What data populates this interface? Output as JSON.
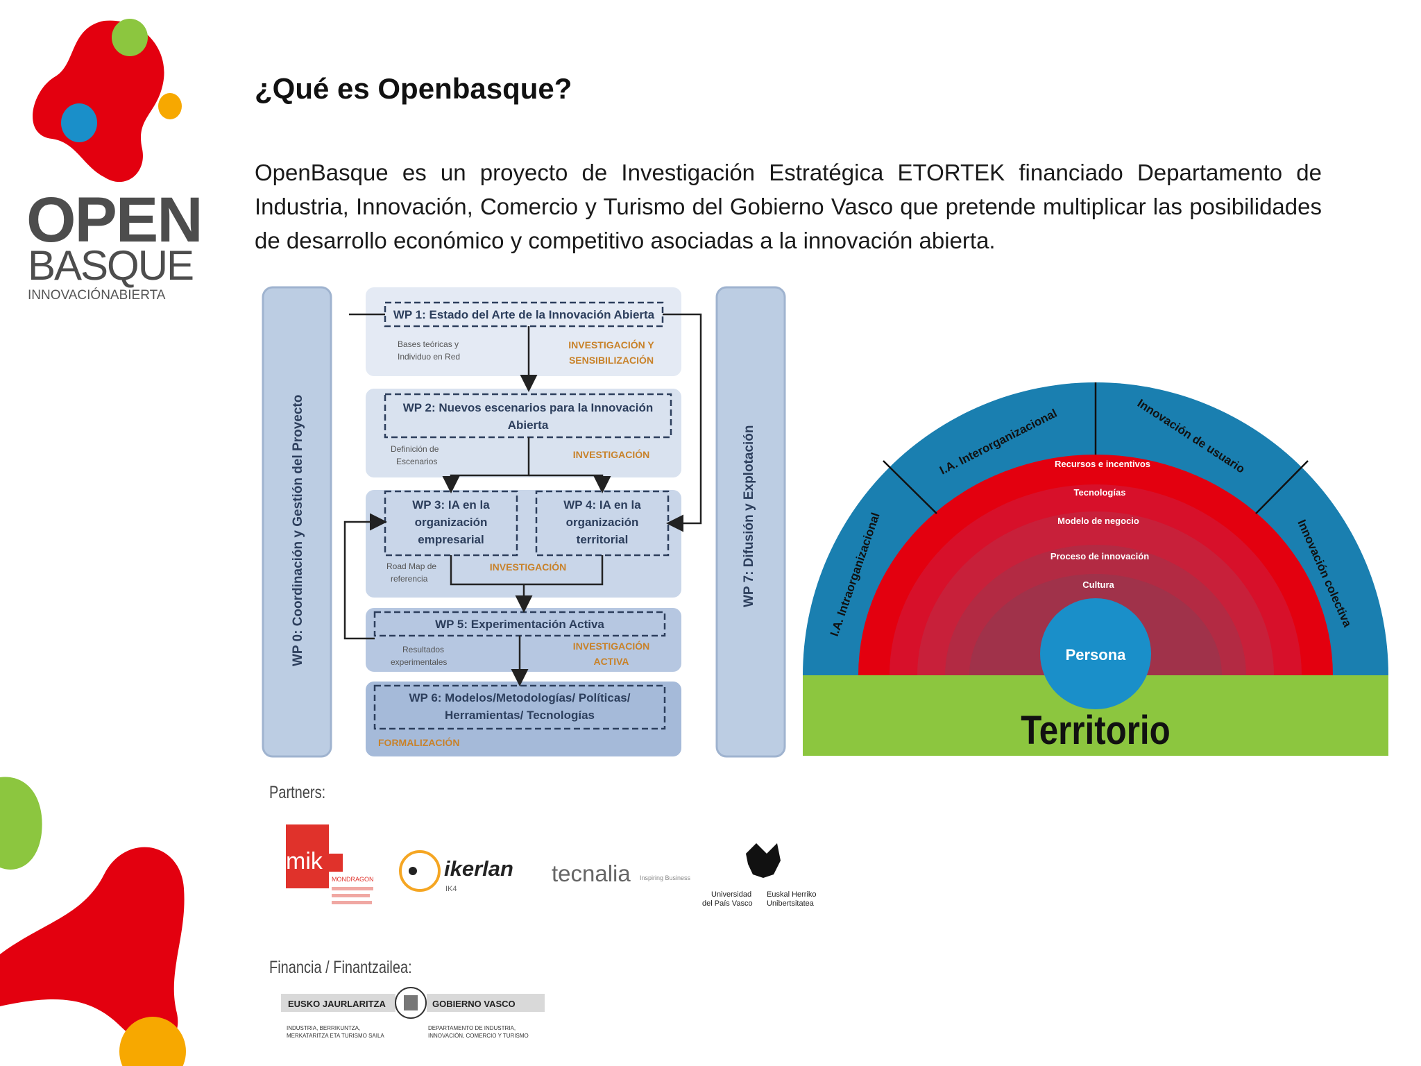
{
  "brand": {
    "logo_line1": "OPEN",
    "logo_line2": "BASQUE",
    "logo_tagline": "INNOVACIÓNABIERTA",
    "colors": {
      "red": "#e3000f",
      "green": "#8cc63f",
      "blue": "#1a8fc9",
      "orange": "#f7a800",
      "blue_circle": "#1b8dbf"
    }
  },
  "slide": {
    "title": "¿Qué es Openbasque?",
    "intro": "OpenBasque es un proyecto de Investigación Estratégica ETORTEK financiado Departamento de Industria, Innovación, Comercio y Turismo del Gobierno Vasco que pretende multiplicar las posibilidades de desarrollo económico y competitivo asociadas a la innovación abierta."
  },
  "workflow": {
    "wp0": "WP 0: Coordinación y Gestión del Proyecto",
    "wp7": "WP 7: Difusión y Explotación",
    "wp1": "WP 1: Estado del Arte de la Innovación Abierta",
    "wp1_note_1": "Bases teóricas y",
    "wp1_note_2": "Individuo en Red",
    "wp1_tag_1": "INVESTIGACIÓN Y",
    "wp1_tag_2": "SENSIBILIZACIÓN",
    "wp2_1": "WP 2: Nuevos escenarios para la Innovación",
    "wp2_2": "Abierta",
    "wp2_note_1": "Definición de",
    "wp2_note_2": "Escenarios",
    "wp2_tag": "INVESTIGACIÓN",
    "wp3_1": "WP 3: IA en la",
    "wp3_2": "organización",
    "wp3_3": "empresarial",
    "wp4_1": "WP 4: IA en la",
    "wp4_2": "organización",
    "wp4_3": "territorial",
    "wp34_note_1": "Road Map de",
    "wp34_note_2": "referencia",
    "wp34_tag": "INVESTIGACIÓN",
    "wp5": "WP 5: Experimentación Activa",
    "wp5_note_1": "Resultados",
    "wp5_note_2": "experimentales",
    "wp5_tag_1": "INVESTIGACIÓN",
    "wp5_tag_2": "ACTIVA",
    "wp6_1": "WP 6: Modelos/Metodologías/ Políticas/",
    "wp6_2": "Herramientas/ Tecnologías",
    "wp6_tag": "FORMALIZACIÓN"
  },
  "model": {
    "outer_1": "I.A. Intraorganizacional",
    "outer_2": "I.A. Interorganizacional",
    "outer_3": "Innovación de usuario",
    "outer_4": "Innovación colectiva",
    "ring_1": "Recursos e incentivos",
    "ring_2": "Tecnologías",
    "ring_3": "Modelo de negocio",
    "ring_4": "Proceso de innovación",
    "ring_5": "Cultura",
    "center": "Persona",
    "base": "Territorio"
  },
  "partners": {
    "label": "Partners:",
    "mik": "mik",
    "mik_sub": "MONDRAGON",
    "ikerlan": "ikerlan",
    "ikerlan_sub": "IK4",
    "tecnalia": "tecnalia",
    "tecnalia_sub": "Inspiring Business",
    "upv_1a": "Universidad",
    "upv_1b": "del País Vasco",
    "upv_2a": "Euskal Herriko",
    "upv_2b": "Unibertsitatea"
  },
  "financia": {
    "label": "Financia / Finantzailea:",
    "left_title": "EUSKO JAURLARITZA",
    "right_title": "GOBIERNO VASCO",
    "left_sub_1": "INDUSTRIA, BERRIKUNTZA,",
    "left_sub_2": "MERKATARITZA ETA TURISMO SAILA",
    "right_sub_1": "DEPARTAMENTO DE INDUSTRIA,",
    "right_sub_2": "INNOVACIÓN, COMERCIO Y TURISMO"
  }
}
